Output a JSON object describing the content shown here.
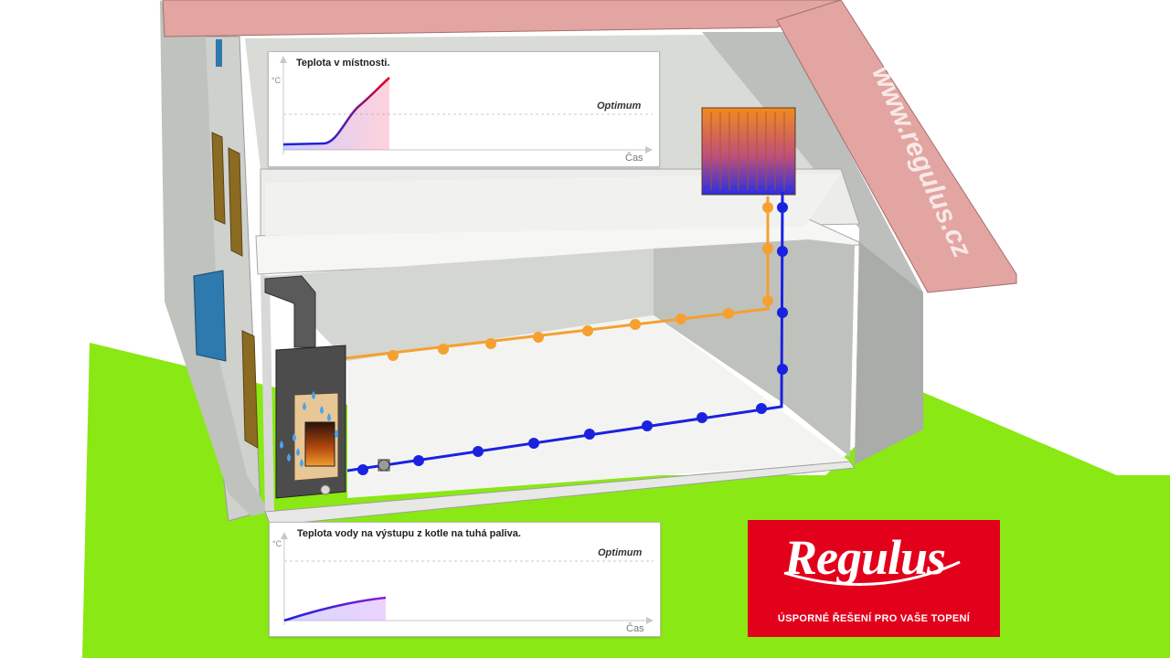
{
  "scene": {
    "watermark": "www.regulus.cz"
  },
  "room_chart": {
    "title": "Teplota v místnosti.",
    "optimum_label": "Optimum",
    "x_label": "Čas",
    "y_label": "°C"
  },
  "water_chart": {
    "title": "Teplota vody na výstupu z kotle na tuhá paliva.",
    "optimum_label": "Optimum",
    "x_label": "Čas",
    "y_label": "°C"
  },
  "logo": {
    "brand": "Regulus",
    "tagline": "ÚSPORNÉ ŘEŠENÍ PRO VAŠE TOPENÍ"
  },
  "colors": {
    "hot_pipe": "#f5a030",
    "cold_pipe": "#1a22e0",
    "roof": "#e2a5a1",
    "grass": "#8ae814",
    "logo_red": "#e3001b"
  }
}
